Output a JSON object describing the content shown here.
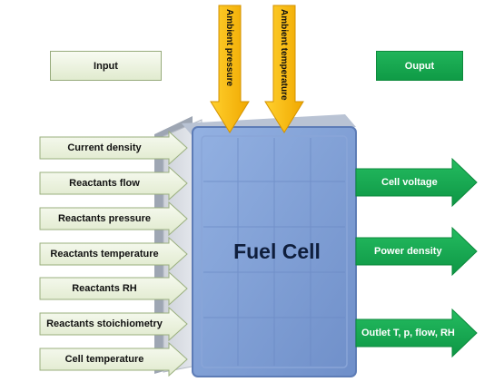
{
  "legend": {
    "input": "Input",
    "output": "Ouput"
  },
  "top_arrows": [
    "Ambient pressure",
    "Ambient temperature"
  ],
  "inputs": [
    "Current density",
    "Reactants flow",
    "Reactants pressure",
    "Reactants temperature",
    "Reactants RH",
    "Reactants stoichiometry",
    "Cell temperature"
  ],
  "outputs": [
    "Cell voltage",
    "Power density",
    "Outlet T, p, flow, RH"
  ],
  "cell": {
    "label": "Fuel Cell"
  },
  "colors": {
    "input_fill": "#eef4e3",
    "input_stroke": "#9aaf7e",
    "output_fill": "#14a84e",
    "cell_fill": "#7f9fd6",
    "arrow_yellow": "#f6b900",
    "cell_edge": "#c8cdd6"
  }
}
